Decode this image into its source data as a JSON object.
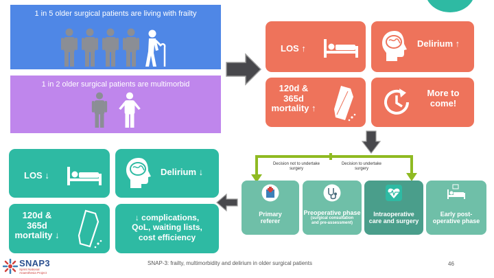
{
  "frailty": {
    "text": "1 in 5 older surgical patients are living with frailty"
  },
  "multimorbid": {
    "text": "1 in 2 older surgical patients are multimorbid"
  },
  "top_tiles": {
    "los": "LOS ↑",
    "delirium": "Delirium ↑",
    "mortality": [
      "120d &",
      "365d",
      "mortality ↑"
    ],
    "more": [
      "More to",
      "come!"
    ]
  },
  "bottom_tiles": {
    "los": "LOS ↓",
    "delirium": "Delirium ↓",
    "mortality": [
      "120d &",
      "365d",
      "mortality ↓"
    ],
    "benefits": [
      "↓ complications,",
      "QoL, waiting lists,",
      "cost efficiency"
    ]
  },
  "pathway": {
    "decision_not": [
      "Decision not to undertake",
      "surgery"
    ],
    "decision_yes": [
      "Decision to undertake",
      "surgery"
    ],
    "primary": [
      "Primary",
      "referer"
    ],
    "preop_title": "Preoperative phase",
    "preop_sub": [
      "(surgical consultation",
      "and pre-assessment)"
    ],
    "intraop": [
      "Intraoperative",
      "care and surgery"
    ],
    "early": [
      "Early post-",
      "operative phase"
    ]
  },
  "footer": {
    "caption": "SNAP-3: frailty, multimorbidity and delirium in older surgical patients",
    "page": "46",
    "logo": "SNAP3",
    "logo_sub": [
      "Sprint National",
      "Anaesthesia Project"
    ]
  },
  "colors": {
    "frailty_blue": "#4f87e6",
    "multimorbid_purple": "#bf86ec",
    "salmon": "#ee735b",
    "teal": "#2ebaa3",
    "pathway_green": "#6fbfa8",
    "olive_arrow": "#8fba22"
  }
}
